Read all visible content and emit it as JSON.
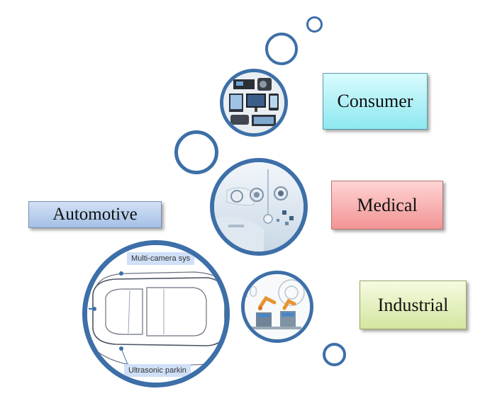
{
  "labels": {
    "consumer": "Consumer",
    "medical": "Medical",
    "industrial": "Industrial",
    "automotive": "Automotive"
  },
  "automotive_image": {
    "callout_top": "Multi-camera sys",
    "callout_bottom": "Ultrasonic parkin"
  },
  "colors": {
    "ring": "#3d6fa8",
    "consumer_box": "#8ee8f0",
    "medical_box": "#f29494",
    "industrial_box": "#d3e6a0",
    "automotive_box": "#a4c0e6"
  }
}
